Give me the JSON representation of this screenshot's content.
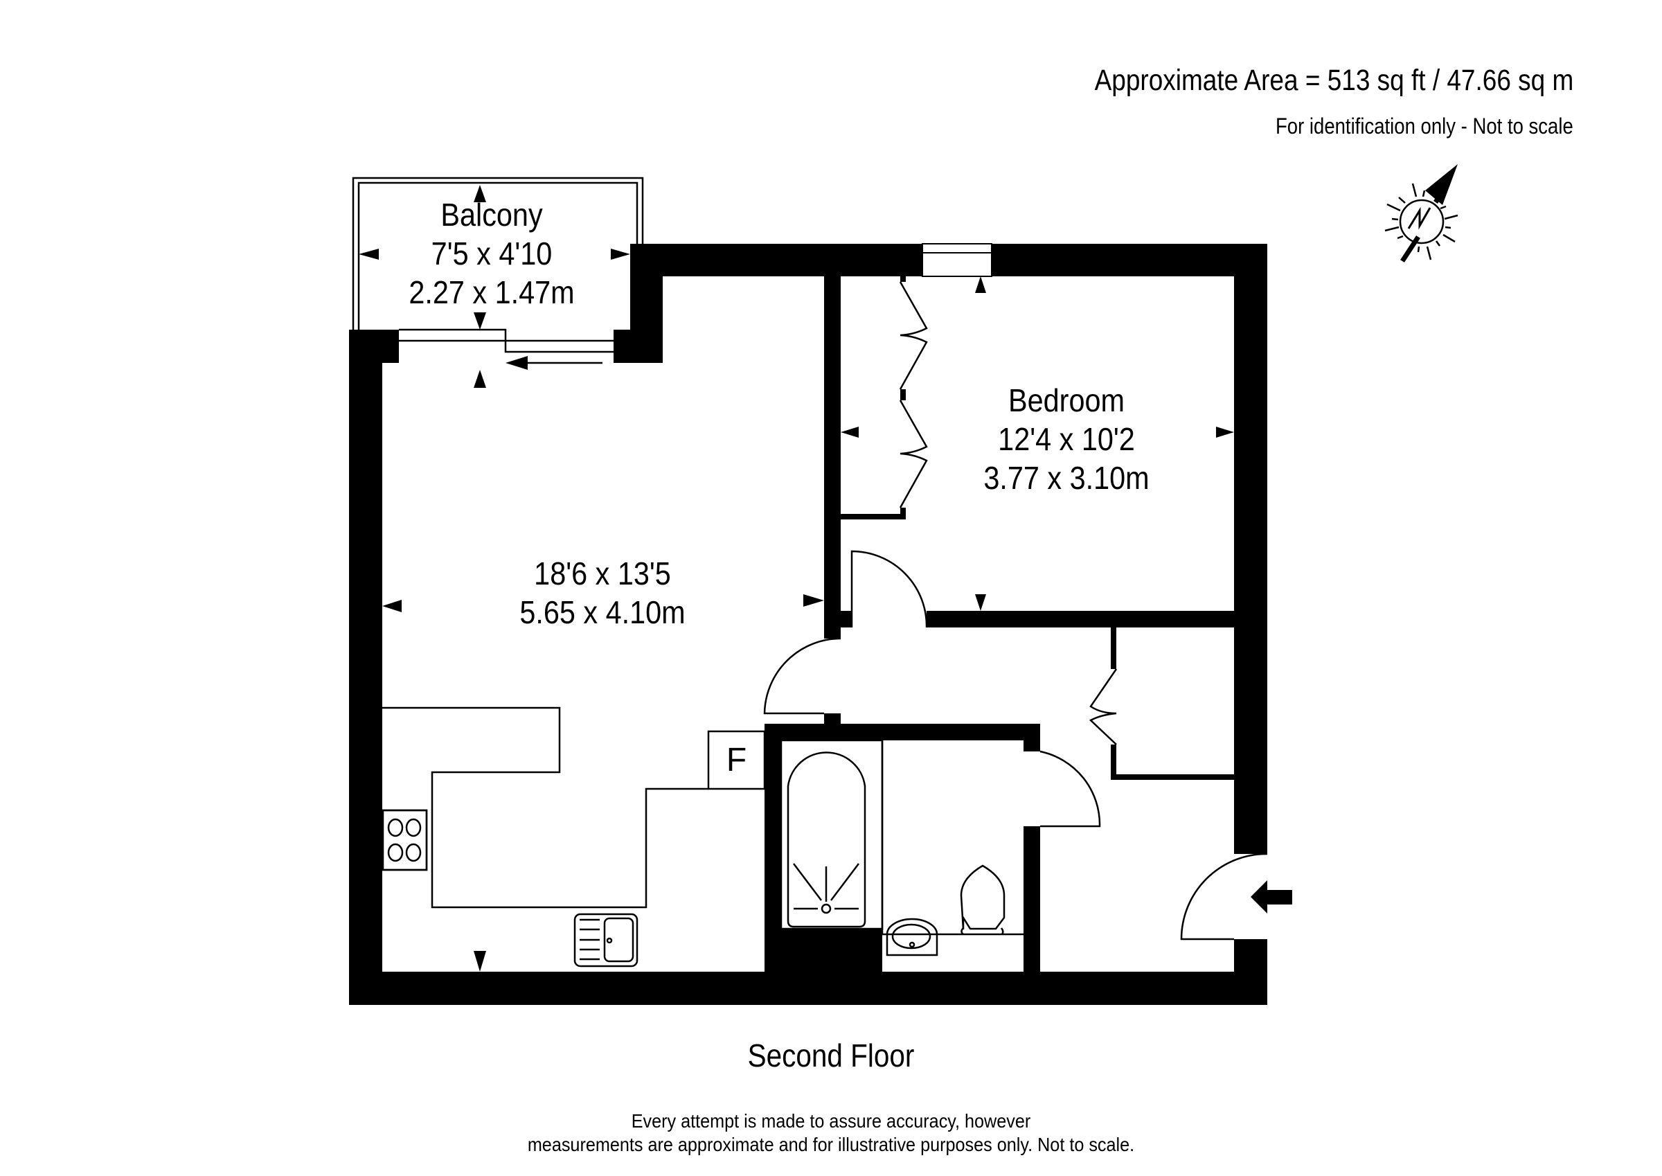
{
  "header": {
    "area": "Approximate Area = 513 sq ft / 47.66 sq m",
    "note": "For identification only - Not to scale"
  },
  "compass": {
    "icon": "north-arrow-icon",
    "label": "N"
  },
  "rooms": {
    "balcony": {
      "name": "Balcony",
      "imperial": "7'5 x 4'10",
      "metric": "2.27 x 1.47m"
    },
    "bedroom": {
      "name": "Bedroom",
      "imperial": "12'4 x 10'2",
      "metric": "3.77 x 3.10m"
    },
    "living_kitchen": {
      "name": "",
      "imperial": "18'6 x 13'5",
      "metric": "5.65 x 4.10m"
    }
  },
  "fixtures": {
    "fridge_label": "F"
  },
  "footer": {
    "floor": "Second Floor",
    "disclaimer_line1": "Every attempt is made to assure accuracy, however",
    "disclaimer_line2": "measurements are approximate and for illustrative purposes only. Not to scale."
  }
}
